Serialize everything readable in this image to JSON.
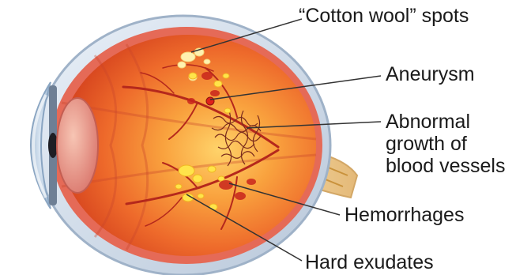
{
  "labels": {
    "cotton_wool": "“Cotton wool” spots",
    "aneurysm": "Aneurysm",
    "abnormal_growth": [
      "Abnormal",
      "growth of",
      "blood vessels"
    ],
    "hemorrhages": "Hemorrhages",
    "hard_exudates": "Hard exudates"
  },
  "colors": {
    "sclera": "#c9d6e6",
    "retina": "#e8552a",
    "vessel": "#b5281c",
    "exudate": "#ffe44a",
    "optic_nerve": "#f0c98a"
  }
}
